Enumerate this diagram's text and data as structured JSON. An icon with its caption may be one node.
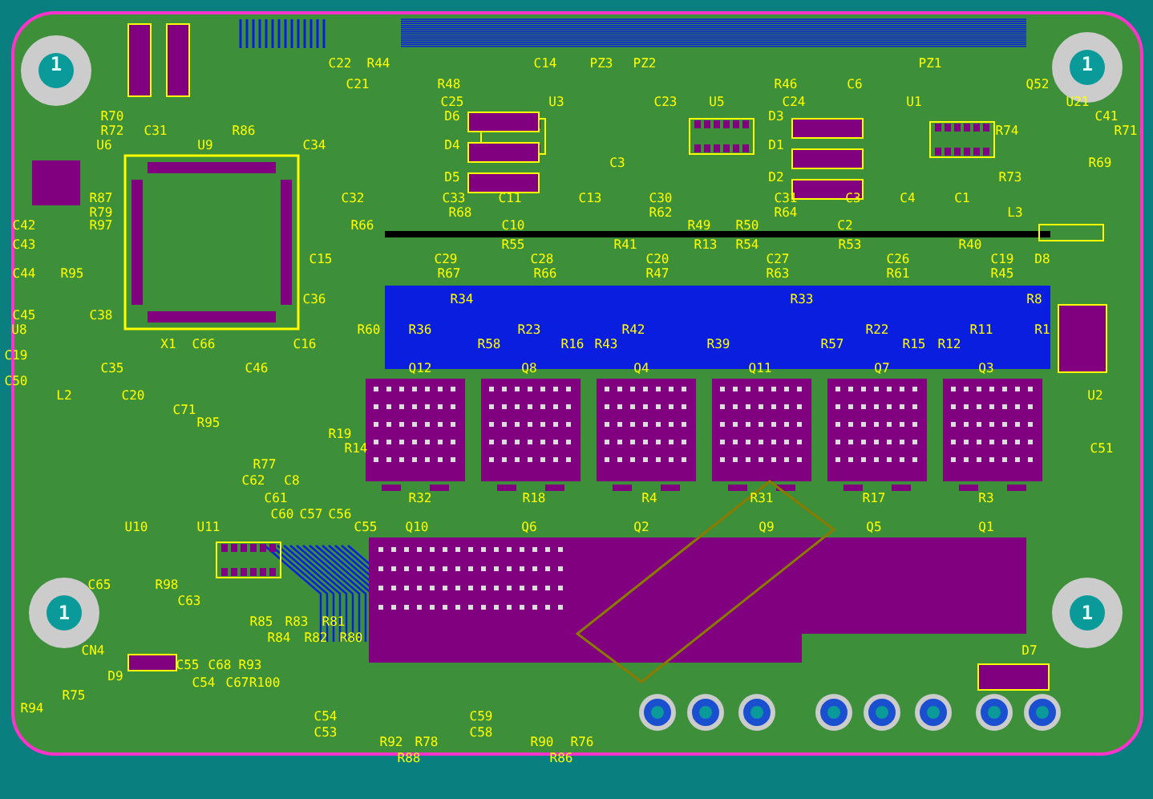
{
  "diagram": {
    "labels": [
      "1",
      "C22",
      "R44",
      "C14",
      "PZ3",
      "PZ2",
      "PZ1",
      "1",
      "C21",
      "R48",
      "R46",
      "C6",
      "Q52",
      "C25",
      "U3",
      "C23",
      "U5",
      "C24",
      "U1",
      "U21",
      "R70",
      "D6",
      "D3",
      "C41",
      "R72",
      "C31",
      "R86",
      "R74",
      "R71",
      "U6",
      "U9",
      "C34",
      "D4",
      "D1",
      "C3",
      "R69",
      "D5",
      "D2",
      "R73",
      "R87",
      "C32",
      "C33",
      "C11",
      "C13",
      "C30",
      "C31",
      "C3",
      "C4",
      "C1",
      "R79",
      "R68",
      "R62",
      "R64",
      "L3",
      "C42",
      "R97",
      "R66",
      "C10",
      "R49",
      "R50",
      "C2",
      "C43",
      "R55",
      "R41",
      "R13",
      "R54",
      "R53",
      "R40",
      "C15",
      "C29",
      "C28",
      "C20",
      "C27",
      "C26",
      "C19",
      "D8",
      "C44",
      "R95",
      "R67",
      "R66",
      "R47",
      "R63",
      "R61",
      "R45",
      "C36",
      "R34",
      "R33",
      "R8",
      "C45",
      "C38",
      "U8",
      "R60",
      "R36",
      "R23",
      "R42",
      "R22",
      "R11",
      "R1",
      "X1",
      "C66",
      "C16",
      "R58",
      "R16",
      "R43",
      "R39",
      "R57",
      "R15",
      "R12",
      "C19",
      "C35",
      "C46",
      "Q12",
      "Q8",
      "Q4",
      "Q11",
      "Q7",
      "Q3",
      "C50",
      "L2",
      "C20",
      "U2",
      "C71",
      "R95",
      "R19",
      "R14",
      "C51",
      "R77",
      "C62",
      "C8",
      "C61",
      "R32",
      "R18",
      "R4",
      "R31",
      "R17",
      "R3",
      "C60",
      "C57",
      "C56",
      "U10",
      "U11",
      "C55",
      "Q10",
      "Q6",
      "Q2",
      "Q9",
      "Q5",
      "Q1",
      "C65",
      "R98",
      "C63",
      "1",
      "1",
      "R85",
      "R83",
      "R81",
      "R84",
      "R82",
      "R80",
      "CN4",
      "D7",
      "C55",
      "C68",
      "R93",
      "D9",
      "C54",
      "C67",
      "R100",
      "R75",
      "R94",
      "C54",
      "C59",
      "C53",
      "C58",
      "R92",
      "R78",
      "R90",
      "R76",
      "R88",
      "R86"
    ]
  }
}
